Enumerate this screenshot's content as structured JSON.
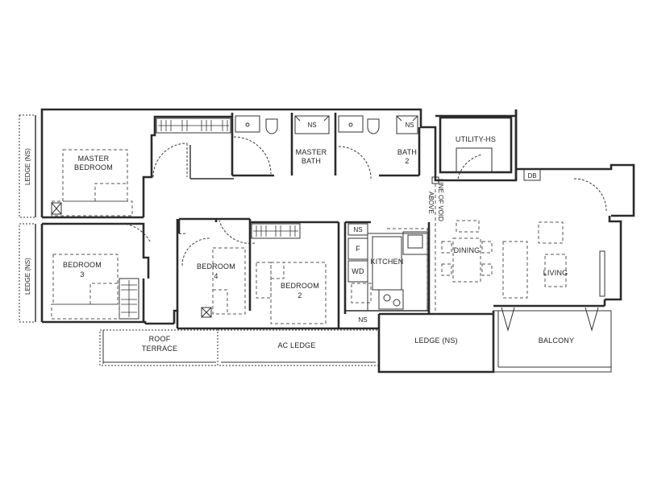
{
  "rooms": {
    "master_bedroom": [
      "MASTER",
      "BEDROOM"
    ],
    "master_bath": [
      "MASTER",
      "BATH"
    ],
    "bath2": [
      "BATH",
      "2"
    ],
    "utility": "UTILITY-HS",
    "db": "DB",
    "void_line": [
      "LINE OF VOID",
      "ABOVE"
    ],
    "bedroom3": [
      "BEDROOM",
      "3"
    ],
    "bedroom4": [
      "BEDROOM",
      "4"
    ],
    "bedroom2": [
      "BEDROOM",
      "2"
    ],
    "kitchen": "KITCHEN",
    "fridge": "F",
    "washer_dryer": "WD",
    "dining": "DINING",
    "living": "LIVING",
    "roof_terrace": [
      "ROOF",
      "TERRACE"
    ],
    "ac_ledge": "AC LEDGE",
    "ledge_bottom": "LEDGE (NS)",
    "balcony": "BALCONY",
    "ledge_left_top": "LEDGE (NS)",
    "ledge_left_bottom": "LEDGE (NS)",
    "ns": "NS"
  }
}
